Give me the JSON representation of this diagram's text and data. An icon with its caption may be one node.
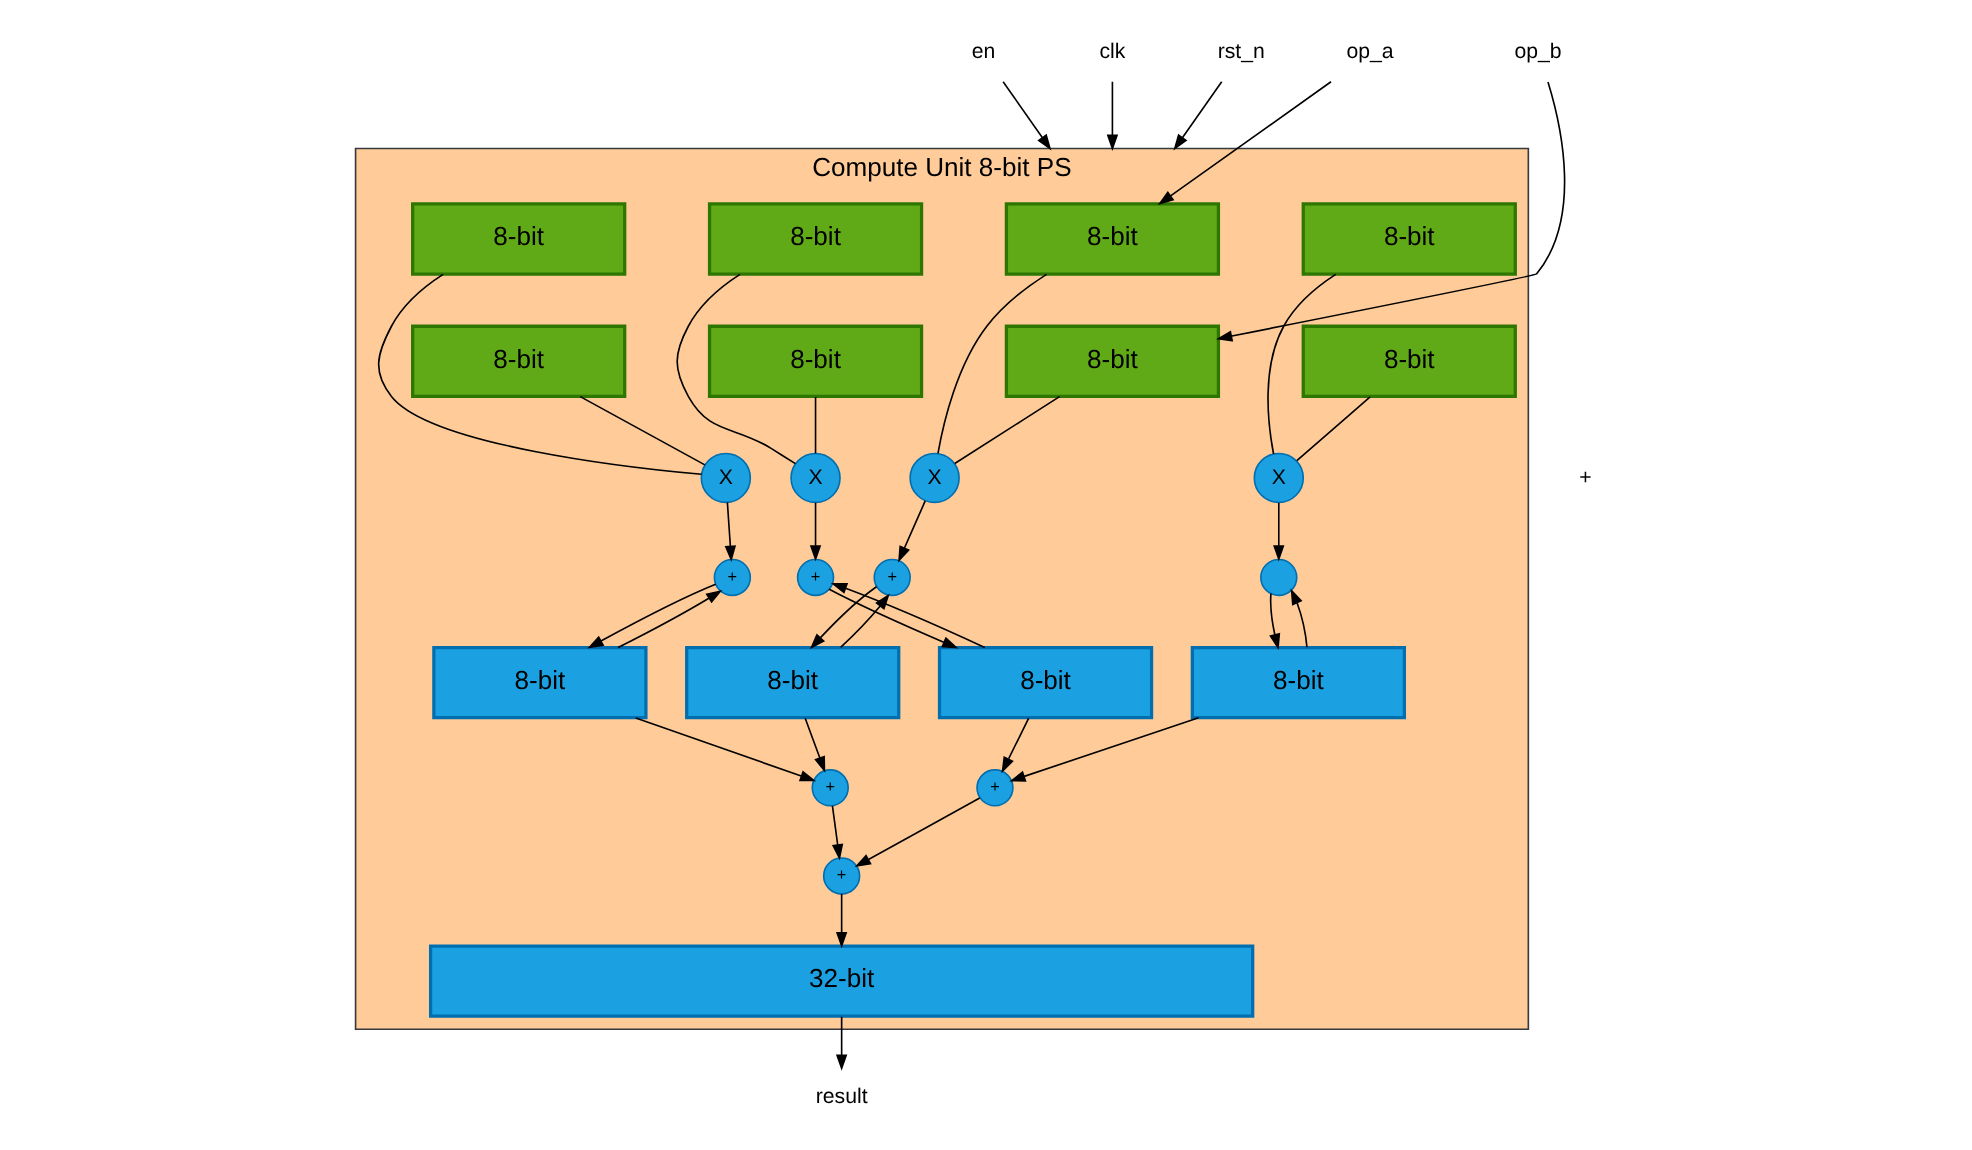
{
  "diagram": {
    "nodes": [
      {
        "text": [
          "Compute Unit 8-bit PS"
        ]
      },
      {
        "text": [
          "en"
        ]
      },
      {
        "text": [
          "clk"
        ]
      },
      {
        "text": [
          "rst_n"
        ]
      },
      {
        "text": [
          "op_a"
        ]
      },
      {
        "text": [
          "op_b"
        ]
      },
      {
        "text": [
          "8-bit"
        ],
        "in": 0
      },
      {
        "text": [
          "8-bit"
        ],
        "in": 0
      },
      {
        "text": [
          "8-bit"
        ],
        "in": 0
      },
      {
        "text": [
          "8-bit"
        ],
        "in": 0
      },
      {
        "text": [
          "8-bit"
        ],
        "in": 0
      },
      {
        "text": [
          "8-bit"
        ],
        "in": 0
      },
      {
        "text": [
          "8-bit"
        ],
        "in": 0
      },
      {
        "text": [
          "8-bit"
        ],
        "in": 0
      },
      {
        "text": [
          "X"
        ],
        "in": 0
      },
      {
        "text": [
          "X"
        ],
        "in": 0
      },
      {
        "text": [
          "X"
        ],
        "in": 0
      },
      {
        "text": [
          "X"
        ],
        "in": 0
      },
      {
        "text": [
          "+"
        ],
        "in": 0
      },
      {
        "text": [
          "+"
        ],
        "in": 0
      },
      {
        "text": [
          "+"
        ],
        "in": 0
      },
      {
        "text": [],
        "shape": "circle",
        "in": 0
      },
      {
        "text": [
          "8-bit"
        ],
        "in": 0
      },
      {
        "text": [
          "8-bit"
        ],
        "in": 0
      },
      {
        "text": [
          "8-bit"
        ],
        "in": 0
      },
      {
        "text": [
          "8-bit"
        ],
        "in": 0
      },
      {
        "text": [
          "+"
        ],
        "in": 0
      },
      {
        "text": [
          "+"
        ],
        "in": 0
      },
      {
        "text": [
          "+"
        ],
        "in": 0
      },
      {
        "text": [
          "32-bit"
        ],
        "in": 0
      },
      {
        "text": [
          "result"
        ]
      }
    ],
    "edges": [
      {
        "from": 1,
        "to": 0,
        "arrow": "to"
      },
      {
        "from": 2,
        "to": 0,
        "arrow": "to"
      },
      {
        "from": 3,
        "to": 0,
        "arrow": "to"
      },
      {
        "from": 4,
        "to": 6,
        "arrow": "to"
      },
      {
        "from": 5,
        "to": 10,
        "arrow": "to"
      },
      {
        "from": 6,
        "to": 14,
        "arrow": "none"
      },
      {
        "from": 10,
        "to": 14,
        "arrow": "none"
      },
      {
        "from": 7,
        "to": 15,
        "arrow": "none"
      },
      {
        "from": 11,
        "to": 15,
        "arrow": "none"
      },
      {
        "from": 8,
        "to": 16,
        "arrow": "none"
      },
      {
        "from": 12,
        "to": 16,
        "arrow": "none"
      },
      {
        "from": 9,
        "to": 17,
        "arrow": "none"
      },
      {
        "from": 13,
        "to": 17,
        "arrow": "none"
      },
      {
        "from": 14,
        "to": 18,
        "arrow": "to"
      },
      {
        "from": 15,
        "to": 19,
        "arrow": "to"
      },
      {
        "from": 16,
        "to": 20,
        "arrow": "to"
      },
      {
        "from": 17,
        "to": 21,
        "arrow": "to"
      },
      {
        "from": 18,
        "to": 22,
        "arrow": "to"
      },
      {
        "from": 19,
        "to": 23,
        "arrow": "to"
      },
      {
        "from": 20,
        "to": 24,
        "arrow": "to"
      },
      {
        "from": 21,
        "to": 25,
        "arrow": "to"
      },
      {
        "from": 22,
        "to": 18,
        "arrow": "to"
      },
      {
        "from": 23,
        "to": 19,
        "arrow": "to"
      },
      {
        "from": 24,
        "to": 20,
        "arrow": "to"
      },
      {
        "from": 25,
        "to": 21,
        "arrow": "to"
      },
      {
        "from": 22,
        "to": 26,
        "arrow": "to"
      },
      {
        "from": 23,
        "to": 26,
        "arrow": "to"
      },
      {
        "from": 24,
        "to": 27,
        "arrow": "to"
      },
      {
        "from": 25,
        "to": 27,
        "arrow": "to"
      },
      {
        "from": 26,
        "to": 28,
        "arrow": "to"
      },
      {
        "from": 27,
        "to": 28,
        "arrow": "to"
      },
      {
        "from": 28,
        "to": 29,
        "arrow": "to"
      },
      {
        "from": 29,
        "to": 30,
        "arrow": "to"
      }
    ],
    "labels": [
      "+"
    ]
  }
}
